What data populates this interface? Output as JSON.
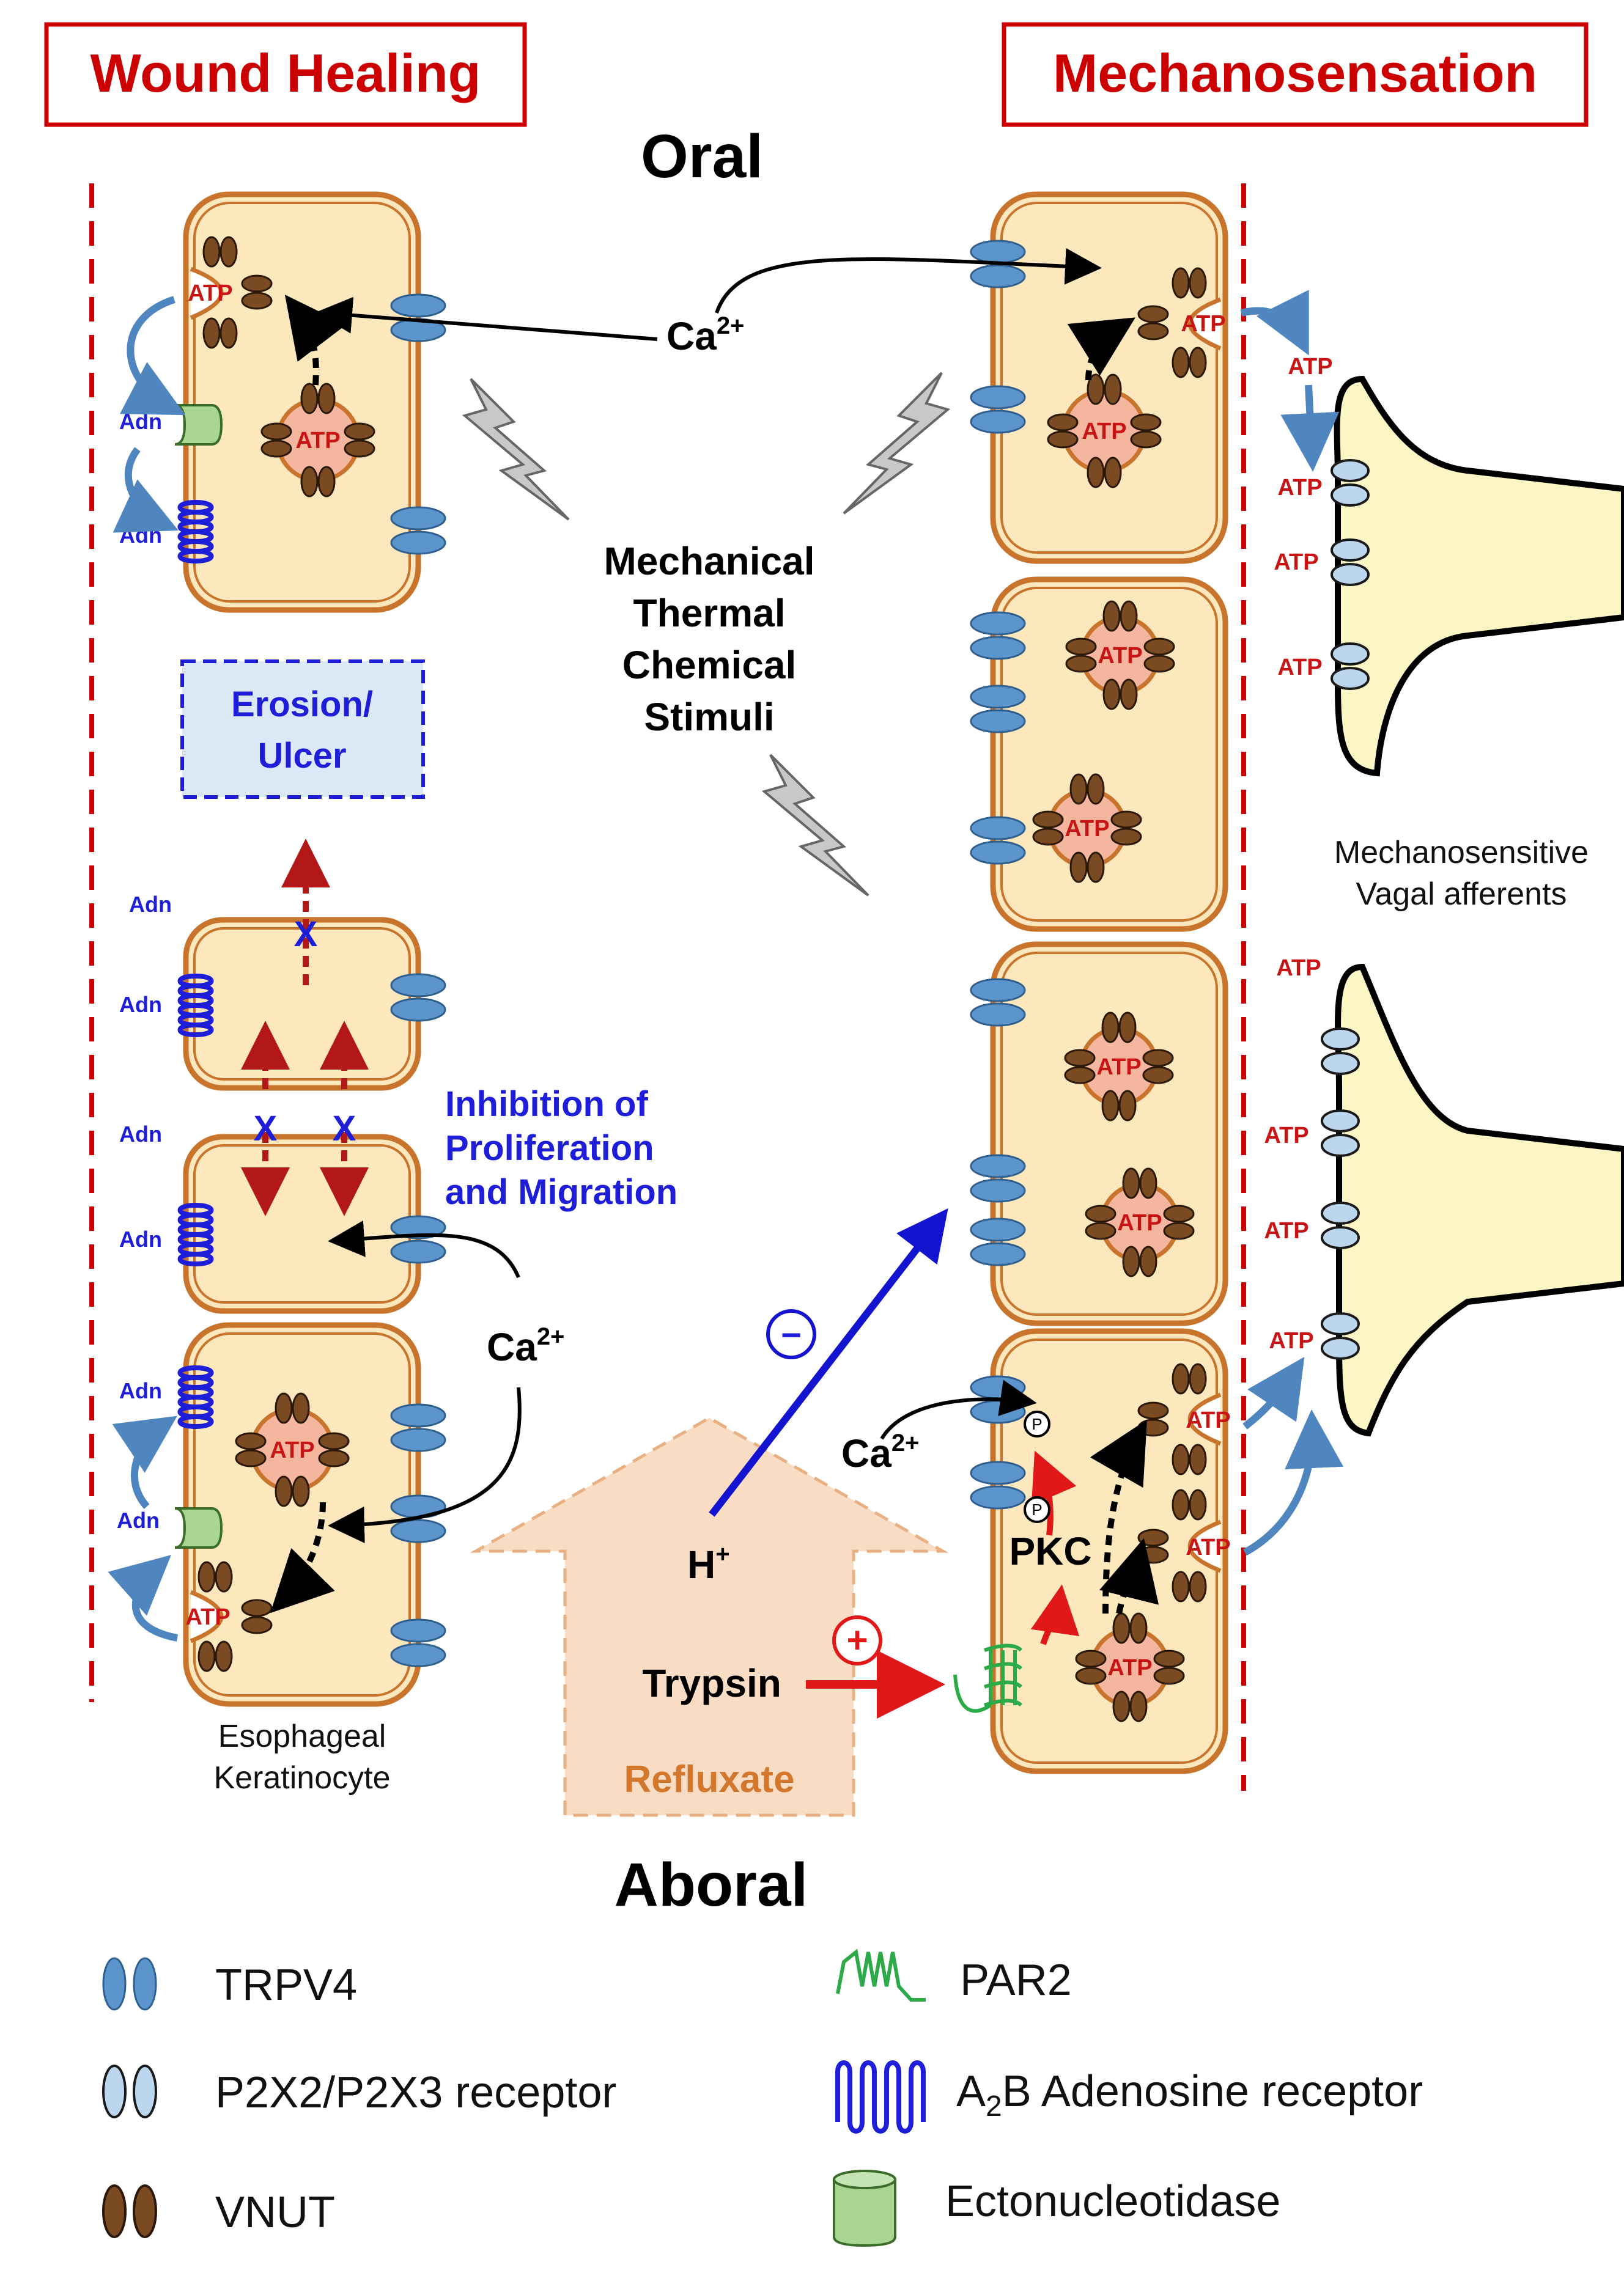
{
  "titles": {
    "left": "Wound Healing",
    "right": "Mechanosensation"
  },
  "orientation": {
    "top": "Oral",
    "bottom": "Aboral"
  },
  "stimuli": {
    "line1": "Mechanical",
    "line2": "Thermal",
    "line3": "Chemical",
    "line4": "Stimuli"
  },
  "erosion": {
    "line1": "Erosion/",
    "line2": "Ulcer"
  },
  "inhibition": {
    "line1": "Inhibition of",
    "line2": "Proliferation",
    "line3": "and Migration"
  },
  "cell_label": {
    "line1": "Esophageal",
    "line2": "Keratinocyte"
  },
  "afferent_label": {
    "line1": "Mechanosensitive",
    "line2": "Vagal afferents"
  },
  "labels": {
    "atp": "ATP",
    "adn": "Adn",
    "ca": "Ca",
    "ca_sup": "2+",
    "h": "H",
    "h_sup": "+",
    "trypsin": "Trypsin",
    "refluxate": "Refluxate",
    "pkc": "PKC",
    "p": "P",
    "minus": "−",
    "plus": "+",
    "x_mark": "X"
  },
  "legend": {
    "trpv4": "TRPV4",
    "p2x": "P2X2/P2X3  receptor",
    "vnut": "VNUT",
    "par2": "PAR2",
    "a2b_pre": "A",
    "a2b_sub": "2",
    "a2b_post": "B Adenosine receptor",
    "ecto": "Ectonucleotidase"
  },
  "colors": {
    "title_red": "#cc0000",
    "cell_fill": "#fde8bd",
    "cell_border": "#c8742c",
    "trpv4": "#5b95cb",
    "p2x": "#bcd6ee",
    "vnut": "#7a4a22",
    "adn_blue": "#1e1ed8",
    "erosion_fill": "#dbe9f7",
    "afferent_fill": "#fbf6c4",
    "par2": "#2caa48",
    "ecto": "#a8d590",
    "reflux": "#f8dcc3"
  }
}
